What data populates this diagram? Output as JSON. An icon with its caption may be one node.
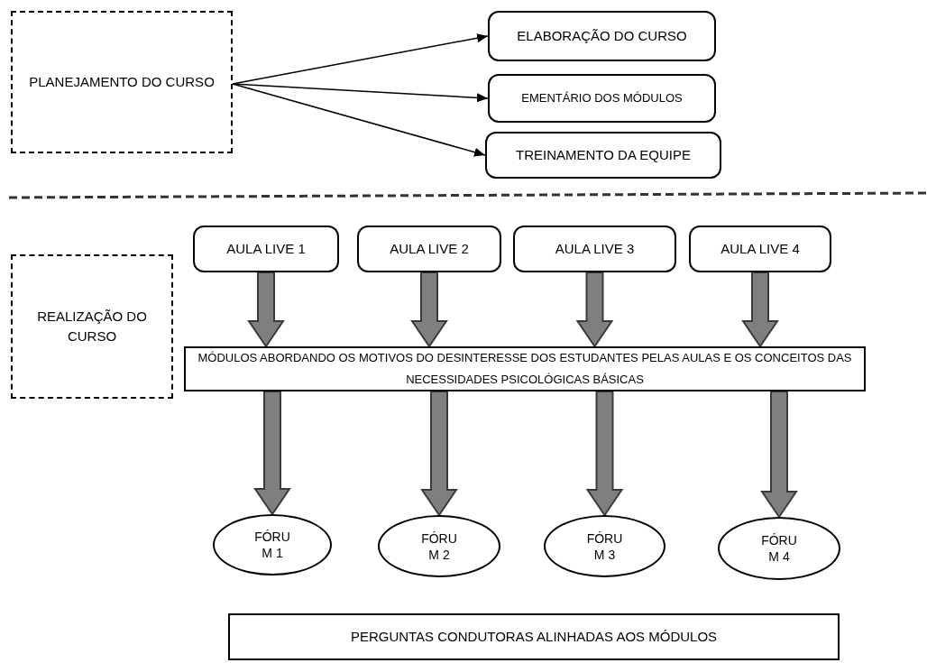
{
  "diagram": {
    "nodes": [
      {
        "text": [
          "PLANEJAMENTO DO CURSO"
        ]
      },
      {
        "text": [
          "ELABORAÇÃO DO CURSO"
        ]
      },
      {
        "text": [
          "EMENTÁRIO DOS MÓDULOS"
        ]
      },
      {
        "text": [
          "TREINAMENTO DA EQUIPE"
        ]
      },
      {
        "text": [
          "REALIZAÇÃO DO CURSO"
        ]
      },
      {
        "text": [
          "AULA LIVE 1"
        ]
      },
      {
        "text": [
          "AULA LIVE  2"
        ]
      },
      {
        "text": [
          "AULA LIVE 3"
        ]
      },
      {
        "text": [
          "AULA LIVE 4"
        ]
      },
      {
        "text": [
          "MÓDULOS ABORDANDO OS MOTIVOS DO DESINTERESSE DOS ESTUDANTES PELAS AULAS E OS CONCEITOS DAS NECESSIDADES PSICOLÓGICAS BÁSICAS"
        ]
      },
      {
        "text": [
          "FÓRU M 1"
        ]
      },
      {
        "text": [
          "FÓRU M 2"
        ]
      },
      {
        "text": [
          "FÓRU M 3"
        ]
      },
      {
        "text": [
          "FÓRU M 4"
        ]
      },
      {
        "text": [
          "PERGUNTAS CONDUTORAS ALINHADAS AOS MÓDULOS"
        ]
      }
    ],
    "edges": [
      {
        "from": 0,
        "to": 1,
        "arrow": "to"
      },
      {
        "from": 0,
        "to": 2,
        "arrow": "to"
      },
      {
        "from": 0,
        "to": 3,
        "arrow": "to"
      },
      {
        "from": 5,
        "to": 9,
        "arrow": "to",
        "style": "thick",
        "color": "#7f7f7f"
      },
      {
        "from": 6,
        "to": 9,
        "arrow": "to",
        "style": "thick",
        "color": "#7f7f7f"
      },
      {
        "from": 7,
        "to": 9,
        "arrow": "to",
        "style": "thick",
        "color": "#7f7f7f"
      },
      {
        "from": 8,
        "to": 9,
        "arrow": "to",
        "style": "thick",
        "color": "#7f7f7f"
      },
      {
        "from": 9,
        "to": 10,
        "arrow": "to",
        "style": "thick",
        "color": "#7f7f7f"
      },
      {
        "from": 9,
        "to": 11,
        "arrow": "to",
        "style": "thick",
        "color": "#7f7f7f"
      },
      {
        "from": 9,
        "to": 12,
        "arrow": "to",
        "style": "thick",
        "color": "#7f7f7f"
      },
      {
        "from": 9,
        "to": 13,
        "arrow": "to",
        "style": "thick",
        "color": "#7f7f7f"
      }
    ]
  }
}
